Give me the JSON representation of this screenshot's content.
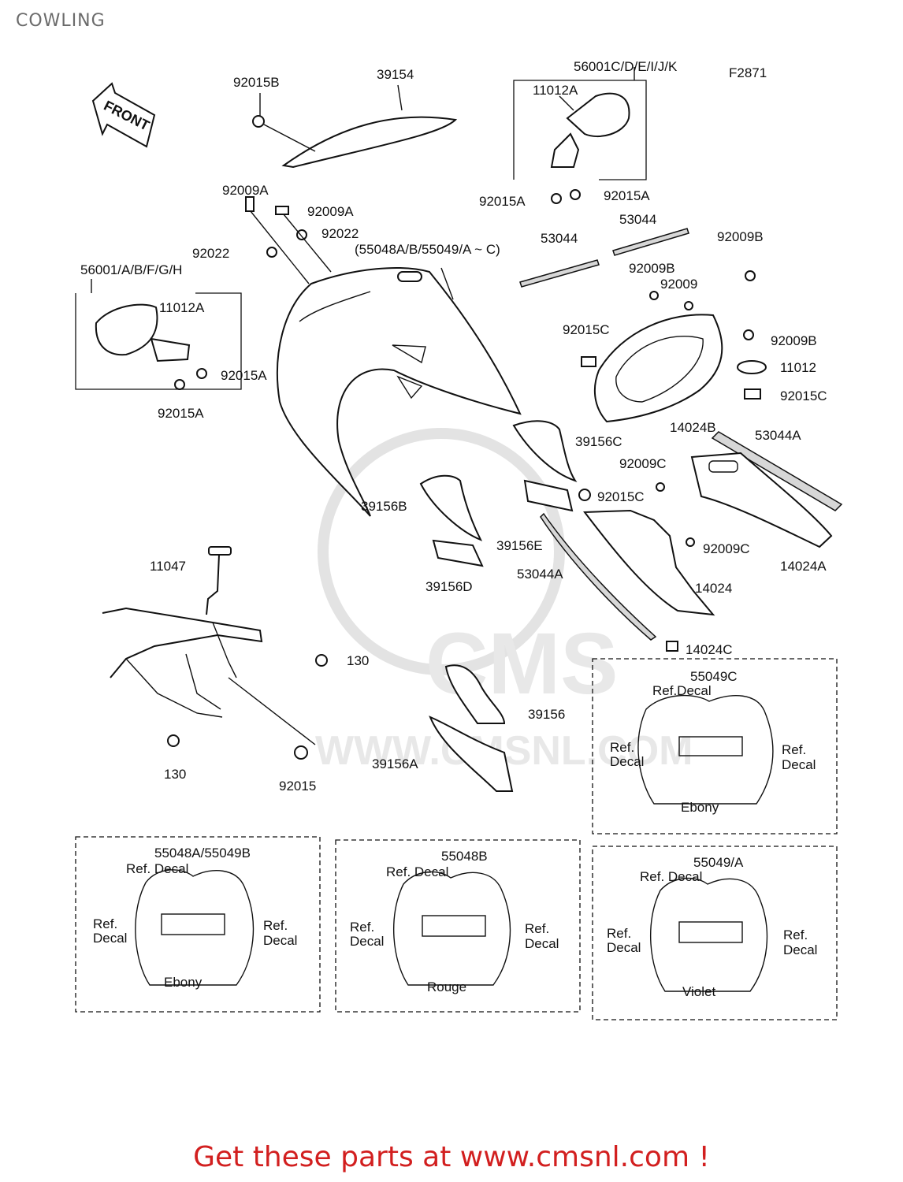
{
  "page": {
    "title": "COWLING",
    "figure_code": "F2871",
    "footer": "Get these parts at www.cmsnl.com !"
  },
  "front_arrow": "FRONT",
  "watermark": {
    "text": "CMS",
    "url": "WWW.CMSNL.COM"
  },
  "labels": {
    "l92015B": "92015B",
    "l39154": "39154",
    "l56001C": "56001C/D/E/I/J/K",
    "l11012A_top": "11012A",
    "l92015A_1": "92015A",
    "l92015A_2": "92015A",
    "l92009A_1": "92009A",
    "l92009A_2": "92009A",
    "l92022_1": "92022",
    "l92022_2": "92022",
    "l55048": "(55048A/B/55049/A ~ C)",
    "l53044_1": "53044",
    "l53044_2": "53044",
    "l92009B_1": "92009B",
    "l92009B_2": "92009B",
    "l92009B_3": "92009B",
    "l92009": "92009",
    "l56001": "56001/A/B/F/G/H",
    "l11012A_left": "11012A",
    "l92015A_3": "92015A",
    "l92015A_4": "92015A",
    "l92015C_1": "92015C",
    "l11012": "11012",
    "l92015C_2": "92015C",
    "l14024B": "14024B",
    "l53044A_1": "53044A",
    "l39156C": "39156C",
    "l92009C_1": "92009C",
    "l92015C_3": "92015C",
    "l39156B": "39156B",
    "l39156E": "39156E",
    "l92009C_2": "92009C",
    "l14024A": "14024A",
    "l11047": "11047",
    "l39156D": "39156D",
    "l53044A_2": "53044A",
    "l14024": "14024",
    "l14024C": "14024C",
    "l130_1": "130",
    "l130_2": "130",
    "l92015": "92015",
    "l39156": "39156",
    "l39156A": "39156A"
  },
  "variants": [
    {
      "code": "55049C",
      "top": "Ref.Decal",
      "left": "Ref.\nDecal",
      "right": "Ref.\nDecal",
      "color": "Ebony"
    },
    {
      "code": "55048A/55049B",
      "top": "Ref. Decal",
      "left": "Ref.\nDecal",
      "right": "Ref.\nDecal",
      "color": "Ebony"
    },
    {
      "code": "55048B",
      "top": "Ref. Decal",
      "left": "Ref.\nDecal",
      "right": "Ref.\nDecal",
      "color": "Rouge"
    },
    {
      "code": "55049/A",
      "top": "Ref. Decal",
      "left": "Ref.\nDecal",
      "right": "Ref.\nDecal",
      "color": "Violet"
    }
  ]
}
